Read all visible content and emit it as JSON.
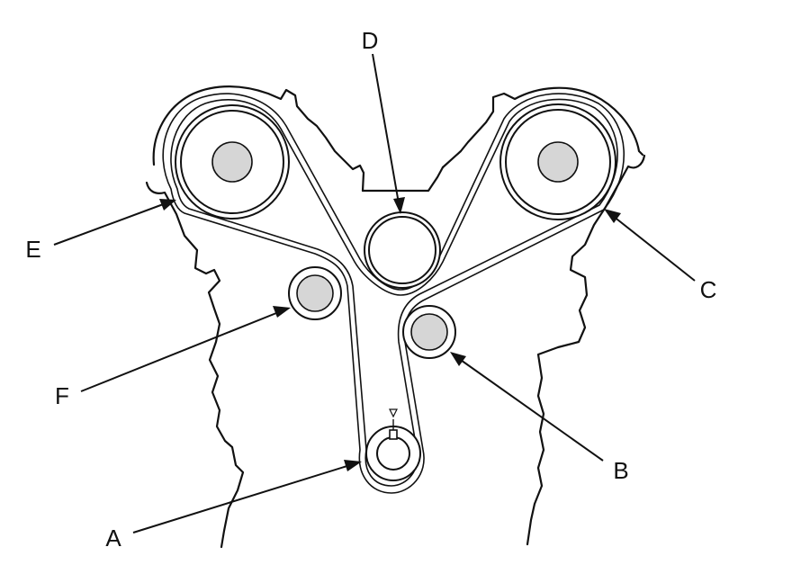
{
  "labels": {
    "A": "A",
    "B": "B",
    "C": "C",
    "D": "D",
    "E": "E",
    "F": "F"
  },
  "icons": {
    "timing_mark": "triangle-down"
  }
}
